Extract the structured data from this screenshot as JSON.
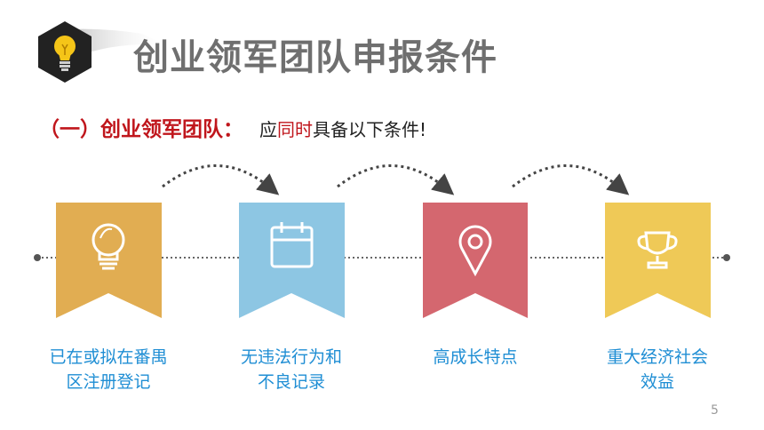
{
  "slide": {
    "title": "创业领军团队申报条件",
    "subtitle": {
      "heading": "（一）创业领军团队：",
      "text_before": "应",
      "text_highlight": "同时",
      "text_after": "具备以下条件!"
    },
    "steps": [
      {
        "icon": "lightbulb-icon",
        "color": "#e1ad52",
        "label_line1": "已在或拟在番禺",
        "label_line2": "区注册登记"
      },
      {
        "icon": "calendar-icon",
        "color": "#8dc6e3",
        "label_line1": "无违法行为和",
        "label_line2": "不良记录"
      },
      {
        "icon": "map-pin-icon",
        "color": "#d4676f",
        "label_line1": "高成长特点",
        "label_line2": ""
      },
      {
        "icon": "trophy-icon",
        "color": "#efc957",
        "label_line1": "重大经济社会",
        "label_line2": "效益"
      }
    ],
    "page_number": "5"
  }
}
